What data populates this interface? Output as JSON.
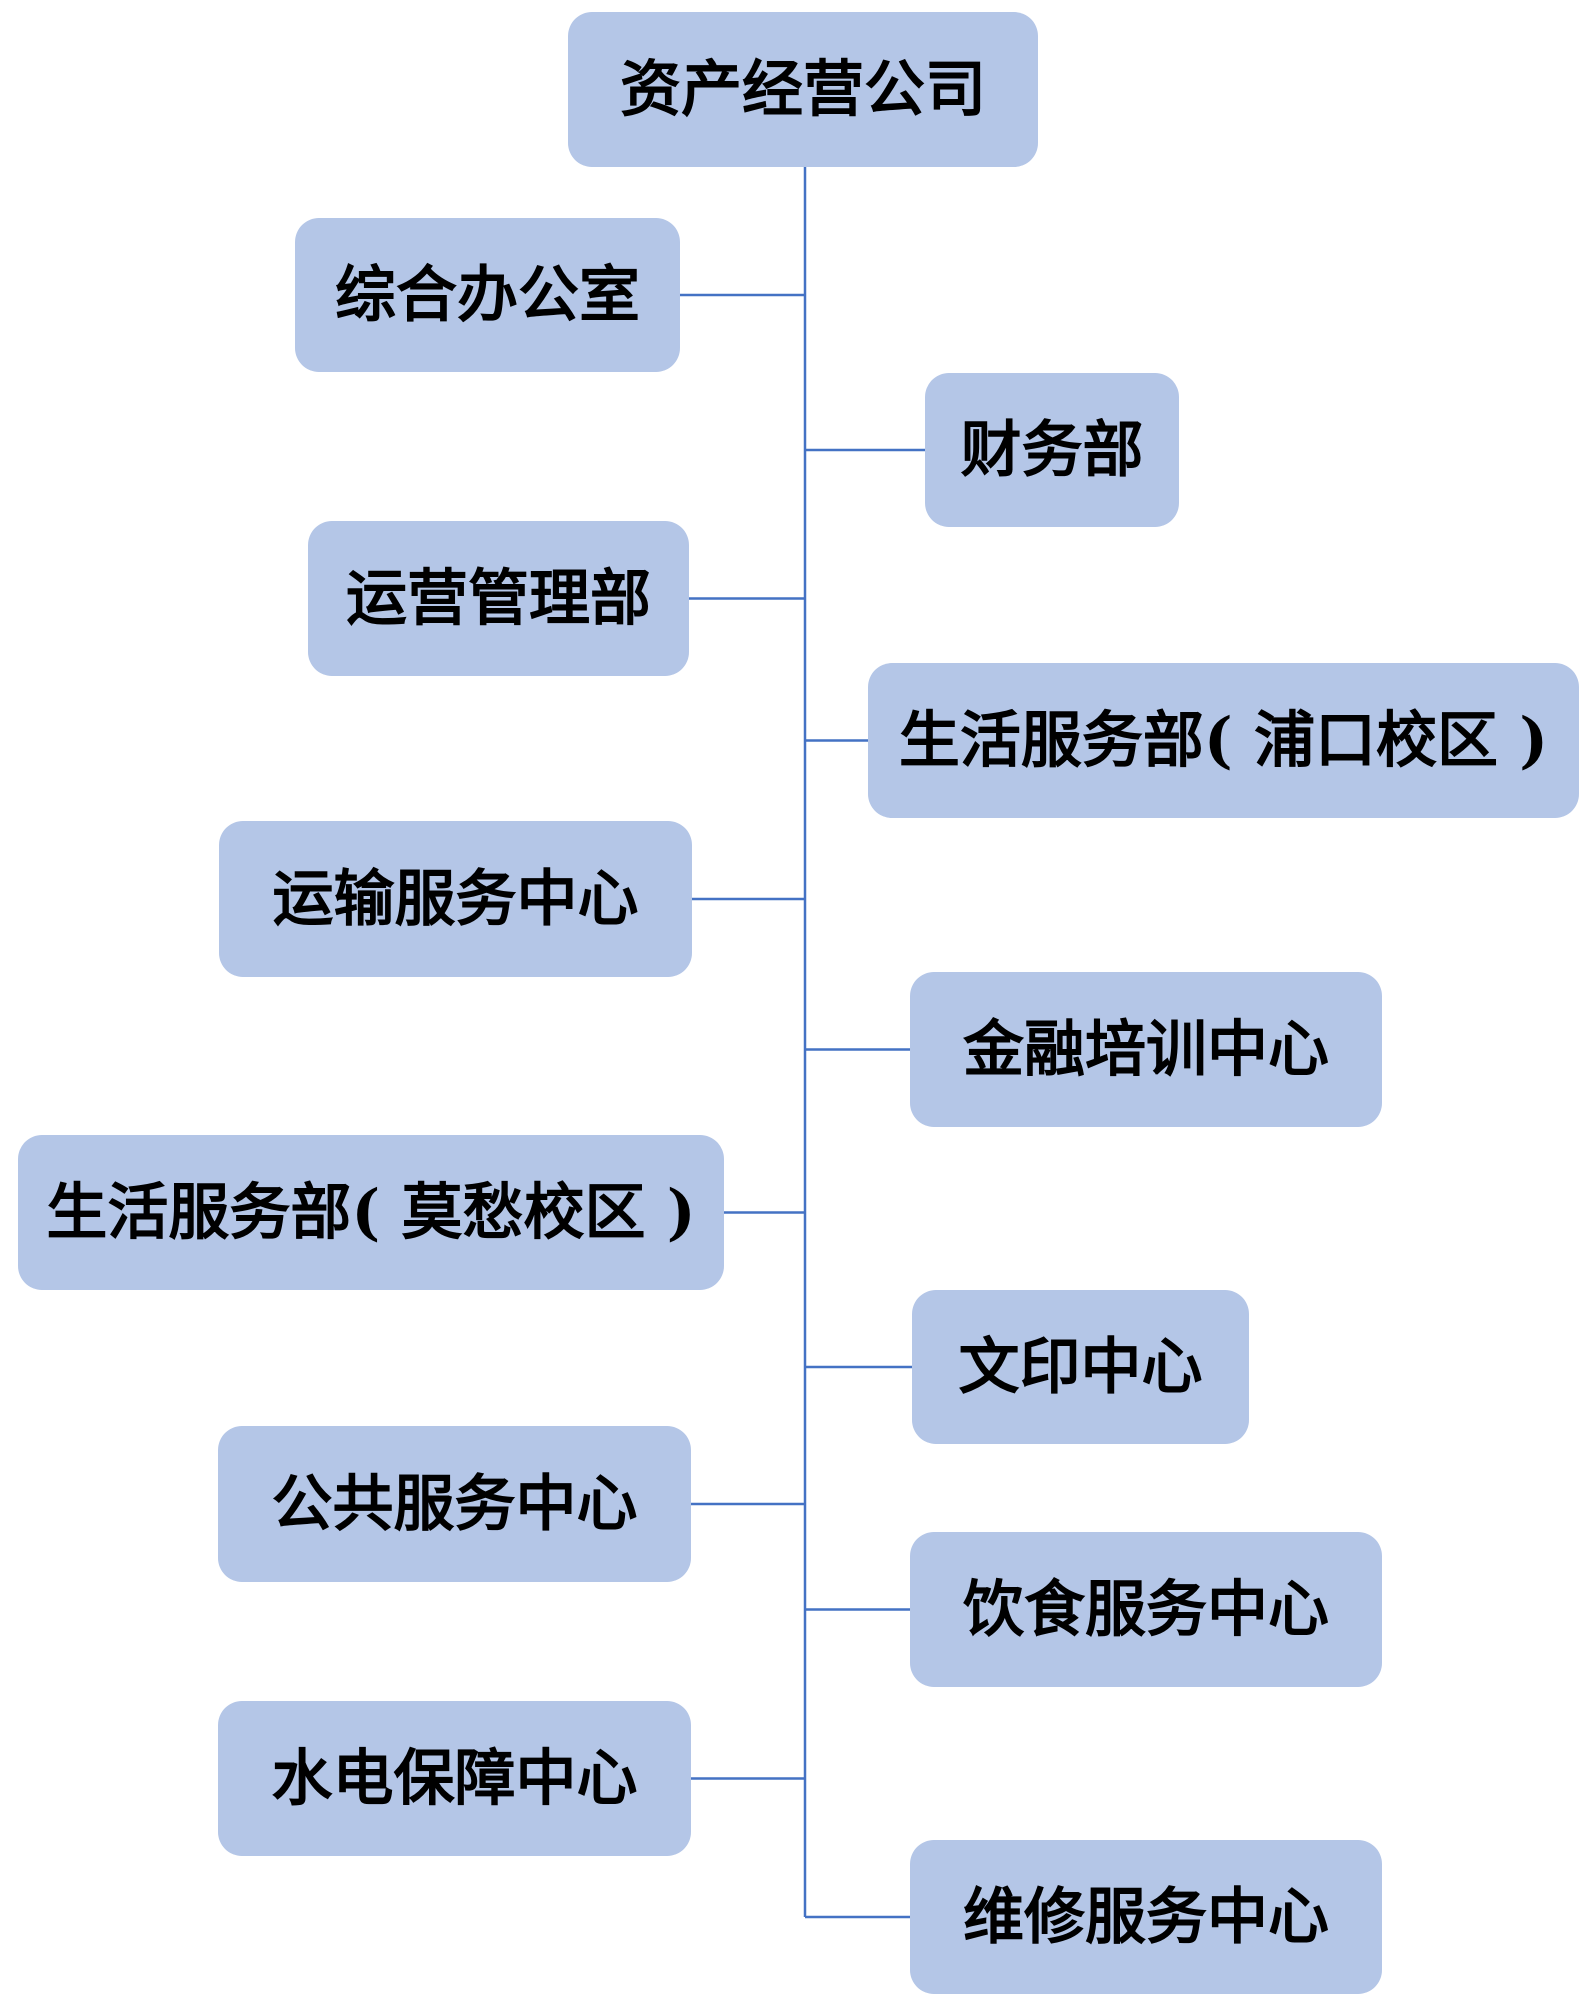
{
  "org_chart": {
    "root": {
      "label": "资产经营公司"
    },
    "units": [
      {
        "label": "综合办公室"
      },
      {
        "label": "财务部"
      },
      {
        "label": "运营管理部"
      },
      {
        "label": "生活服务部( 浦口校区 )"
      },
      {
        "label": "运输服务中心"
      },
      {
        "label": "金融培训中心"
      },
      {
        "label": "生活服务部( 莫愁校区 )"
      },
      {
        "label": "文印中心"
      },
      {
        "label": "公共服务中心"
      },
      {
        "label": "饮食服务中心"
      },
      {
        "label": "水电保障中心"
      },
      {
        "label": "维修服务中心"
      }
    ]
  },
  "colors": {
    "box_fill": "#b4c6e7",
    "connector": "#4472c4",
    "text": "#000000"
  }
}
